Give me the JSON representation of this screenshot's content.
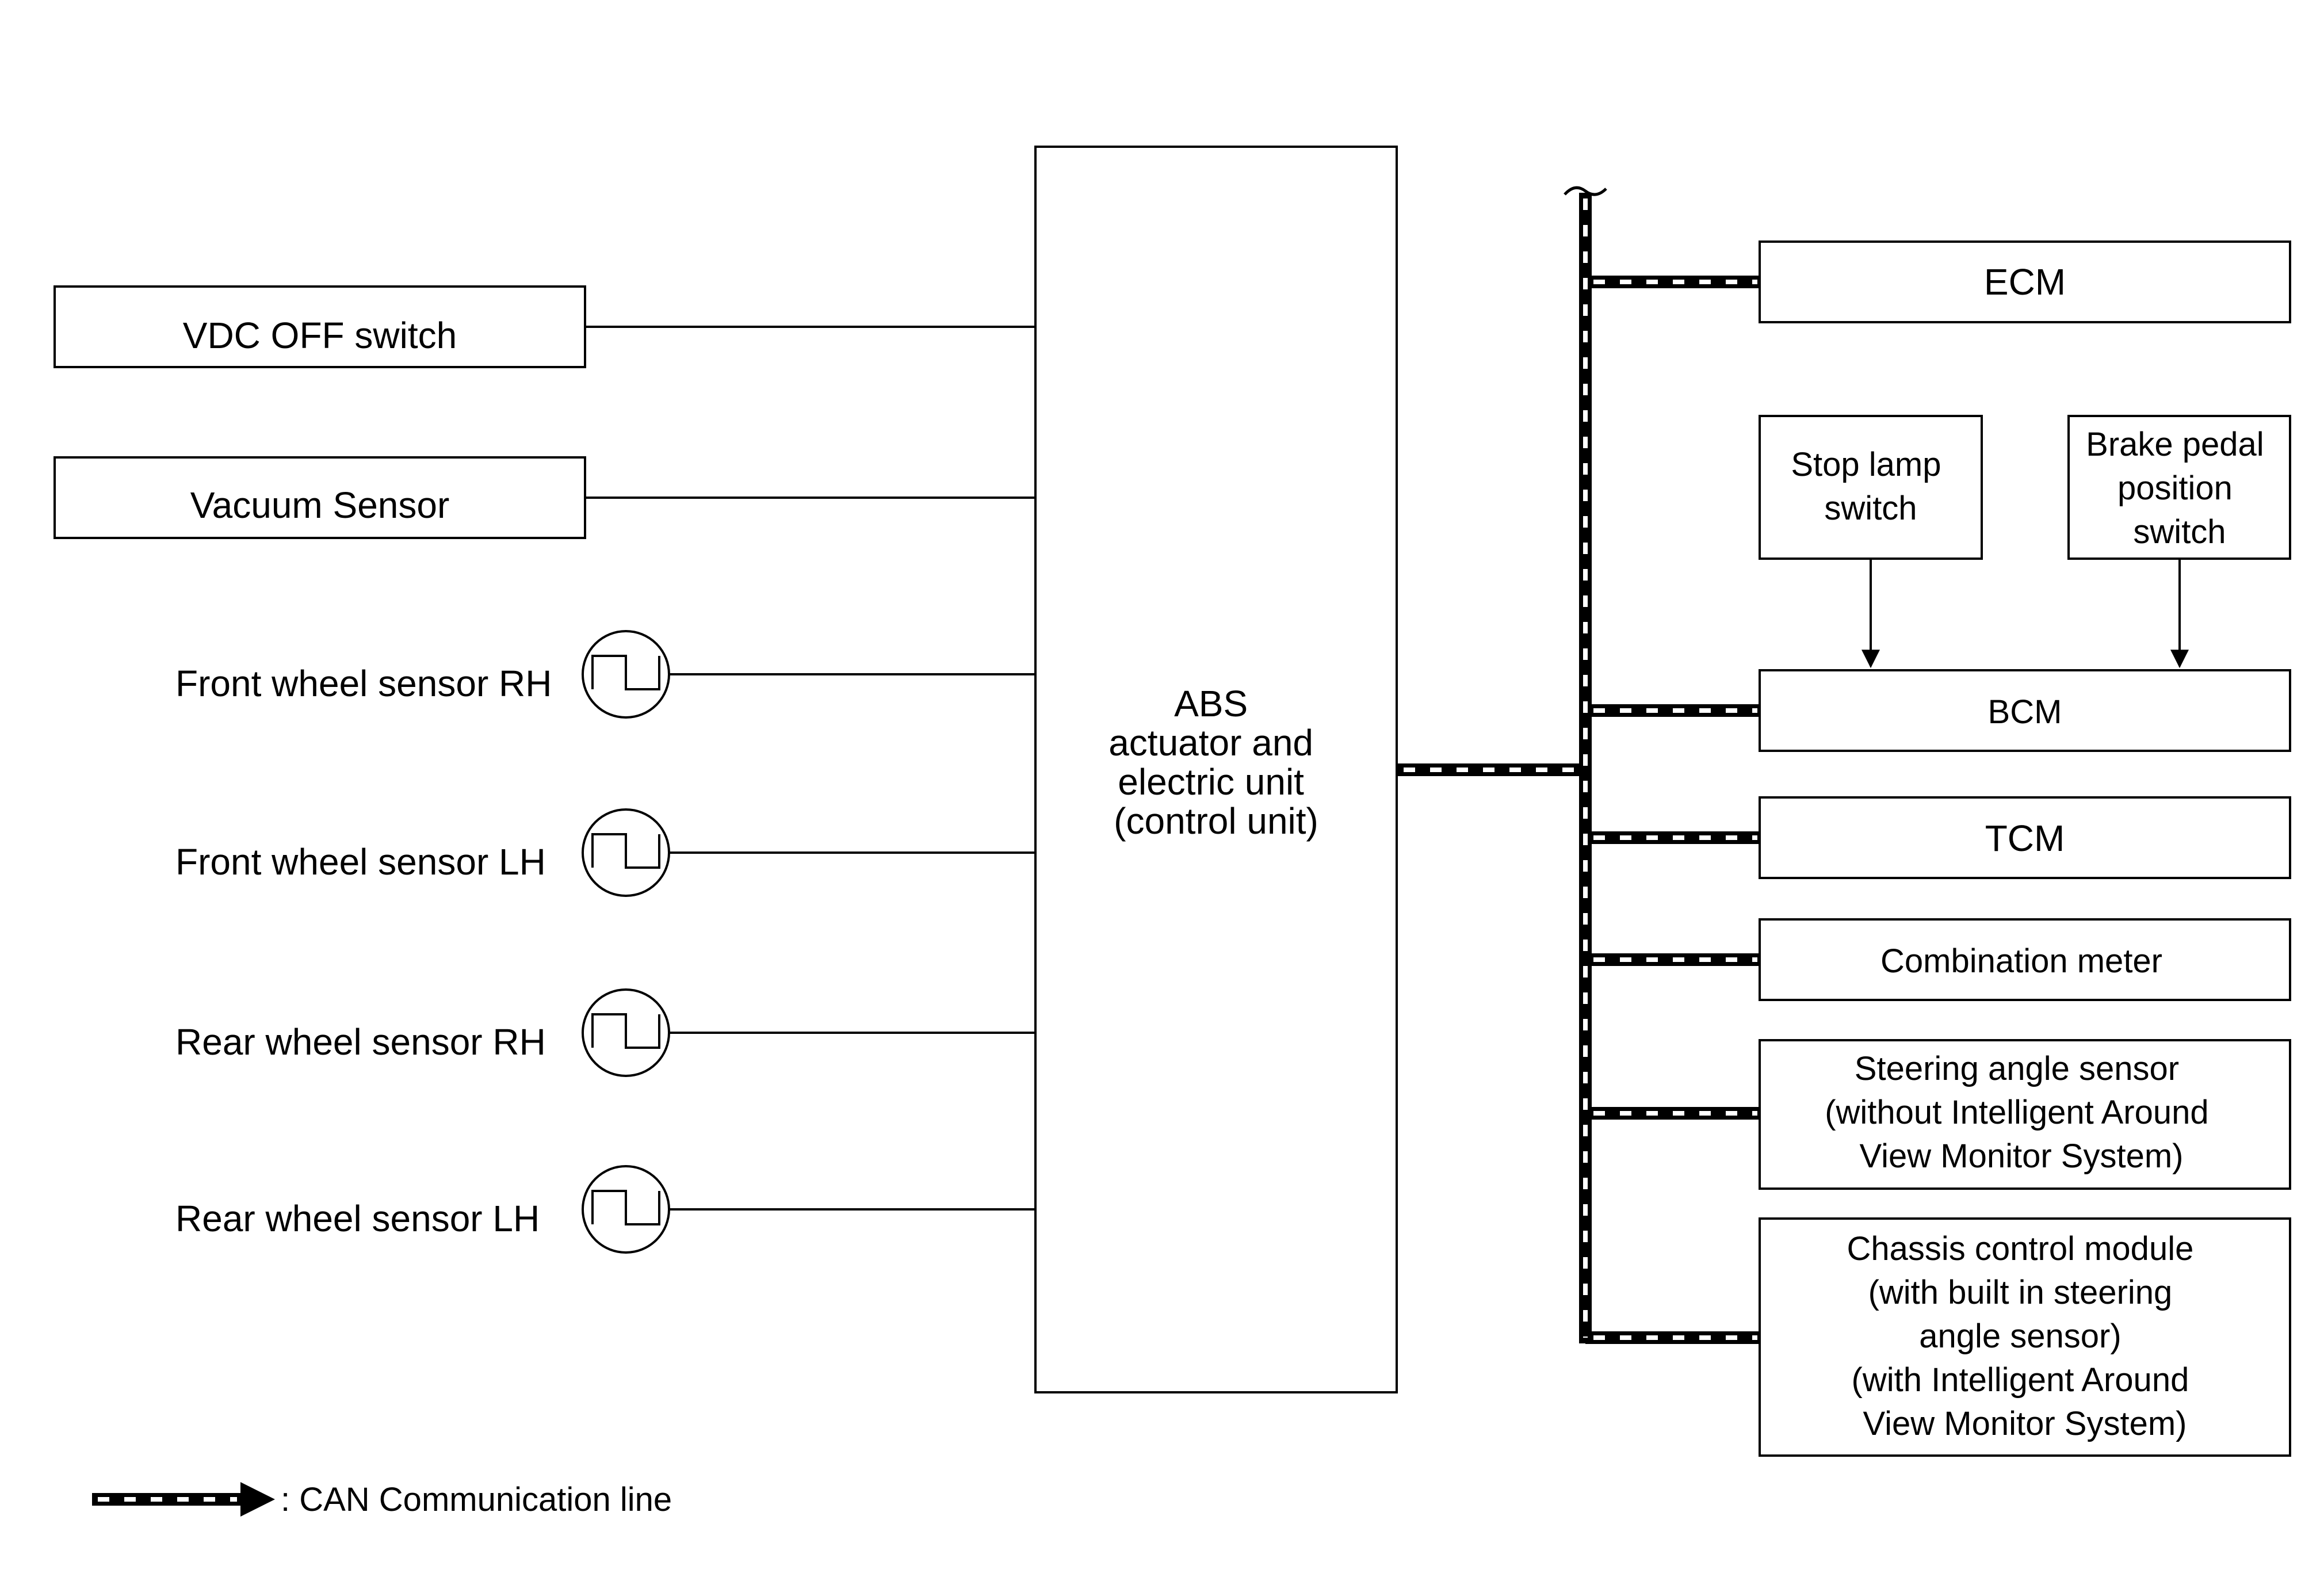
{
  "left_inputs": {
    "vdc_off_switch": "VDC OFF switch",
    "vacuum_sensor": "Vacuum Sensor",
    "front_wheel_sensor_rh": "Front wheel sensor RH",
    "front_wheel_sensor_lh": "Front wheel sensor LH",
    "rear_wheel_sensor_rh": "Rear wheel sensor RH",
    "rear_wheel_sensor_lh": "Rear wheel sensor LH"
  },
  "control_unit": {
    "lines": [
      "ABS",
      "actuator and",
      "electric unit",
      "(control unit)"
    ]
  },
  "switches": {
    "stop_lamp": [
      "Stop lamp",
      "switch"
    ],
    "brake_pedal": [
      "Brake pedal",
      "position",
      "switch"
    ]
  },
  "can_nodes": {
    "ecm": "ECM",
    "bcm": "BCM",
    "tcm": "TCM",
    "combination_meter": "Combination meter",
    "steering_angle_sensor": [
      "Steering angle sensor",
      "(without Intelligent Around",
      "View Monitor System)"
    ],
    "chassis_control_module": [
      "Chassis control module",
      "(with built in steering",
      "angle sensor)",
      "(with Intelligent Around",
      "View Monitor System)"
    ]
  },
  "legend": {
    "label": ": CAN Communication line"
  }
}
